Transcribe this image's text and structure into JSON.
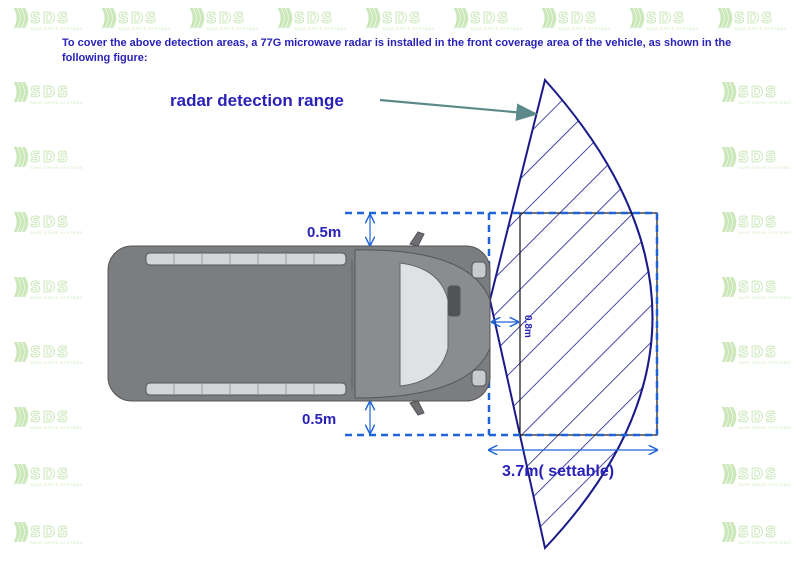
{
  "intro_text": "To cover the above detection areas, a 77G microwave radar is installed in the front coverage area of the vehicle, as shown in the following figure:",
  "watermark": {
    "logo": "SDS",
    "subtitle": "SAFE DRIVE SYSTEMS"
  },
  "labels": {
    "radar_range": "radar detection range",
    "offset_top": "0.5m",
    "offset_bottom": "0.5m",
    "radar_offset": "0.8m",
    "length": "3.7m( settable)"
  },
  "colors": {
    "label": "#2a22b8",
    "dashed_lines": "#1e63d8",
    "hatch": "#1a1a8a",
    "arrow": "#5c8a8a",
    "watermark": "#8fce6a",
    "vehicle_body": "#7b7d80"
  }
}
